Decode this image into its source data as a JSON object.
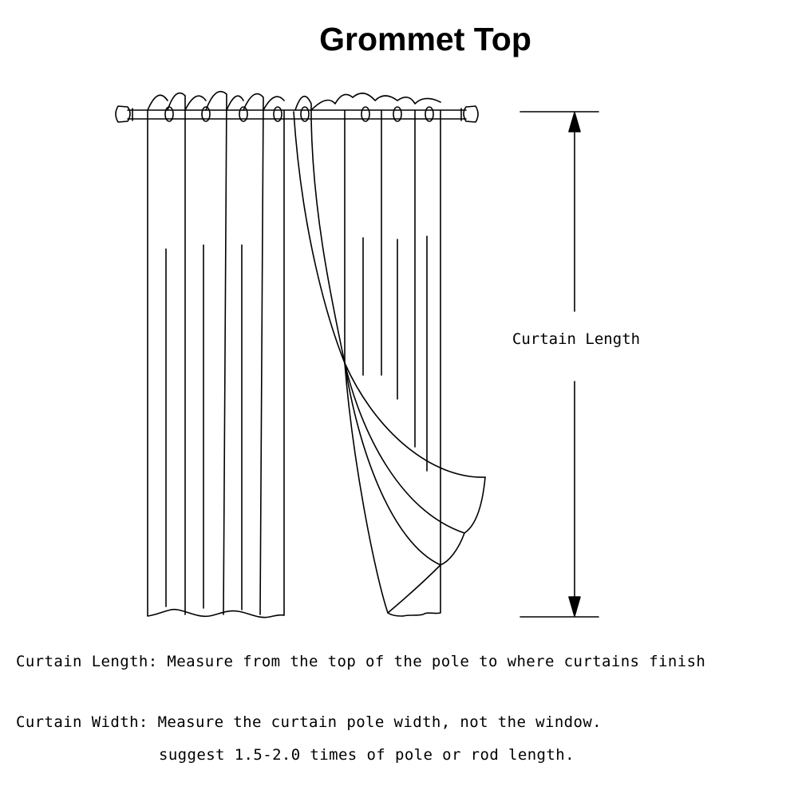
{
  "title": "Grommet Top",
  "dimension_label": "Curtain Length",
  "notes": {
    "length": "Curtain Length: Measure from the top of the pole to where curtains finish",
    "width": "Curtain Width: Measure the curtain pole width, not the window.",
    "suggest": "suggest 1.5-2.0 times of  pole or rod length."
  },
  "colors": {
    "line": "#000000",
    "background": "#ffffff"
  }
}
